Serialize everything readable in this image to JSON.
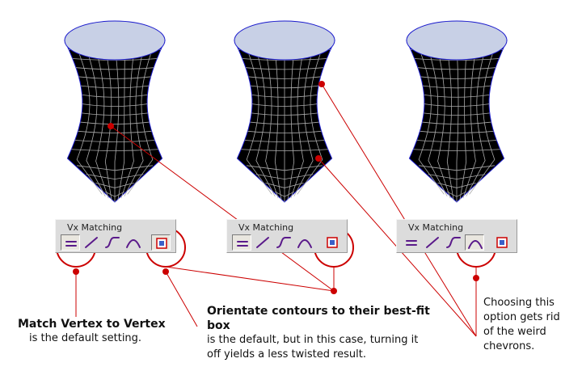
{
  "panels": [
    {
      "title": "Vx Matching",
      "buttons": [
        "vertex-match-icon",
        "straight-line-icon",
        "s-curve-icon",
        "arc-curve-icon",
        "best-fit-box-icon"
      ],
      "pressed": [
        0,
        4
      ]
    },
    {
      "title": "Vx Matching",
      "buttons": [
        "vertex-match-icon",
        "straight-line-icon",
        "s-curve-icon",
        "arc-curve-icon",
        "best-fit-box-icon"
      ],
      "pressed": [
        0
      ]
    },
    {
      "title": "Vx Matching",
      "buttons": [
        "vertex-match-icon",
        "straight-line-icon",
        "s-curve-icon",
        "arc-curve-icon",
        "best-fit-box-icon"
      ],
      "pressed": [
        3
      ]
    }
  ],
  "captions": {
    "match_vertex": {
      "title": "Match Vertex to Vertex",
      "body": "is the default setting."
    },
    "orientate": {
      "title": "Orientate contours to their best-fit box",
      "body_line1": "is the default, but in this case, turning it",
      "body_line2": "off yields a less twisted result."
    },
    "choosing": {
      "line1": "Choosing this",
      "line2": "option gets rid",
      "line3": "of the weird",
      "line4": "chevrons."
    }
  },
  "colors": {
    "callout": "#cc0000",
    "mesh": "#000000",
    "wire": "#aaaaaa",
    "cap_fill": "#c8d0e6",
    "cap_edge": "#1a1acc",
    "icon": "#5a1a8a"
  }
}
